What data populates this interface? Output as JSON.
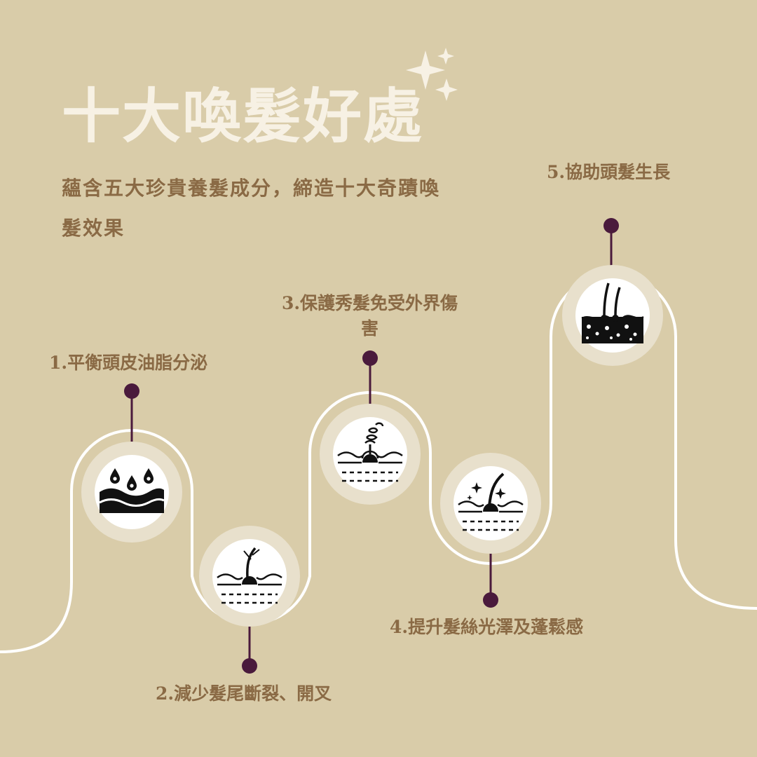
{
  "title": "十大喚髮好處",
  "subtitle": "蘊含五大珍貴養髮成分，締造十大奇蹟喚髮效果",
  "colors": {
    "background": "#d9cca9",
    "path": "#ffffff",
    "accent_dot": "#4a1a3c",
    "label_text": "#8a6a45",
    "title_text": "#f7f1e4",
    "icon_ring": "#e8e0cc"
  },
  "benefits": [
    {
      "label": "1.平衡頭皮油脂分泌",
      "icon": "scalp-oil-droplets-icon"
    },
    {
      "label": "2.減少髮尾斷裂、開叉",
      "icon": "split-ends-hair-icon"
    },
    {
      "label": "3.保護秀髮免受外界傷害",
      "icon": "hair-protection-icon"
    },
    {
      "label": "4.提升髮絲光澤及蓬鬆感",
      "icon": "shiny-hair-icon"
    },
    {
      "label": "5.協助頭髮生長",
      "icon": "hair-growth-icon"
    }
  ]
}
